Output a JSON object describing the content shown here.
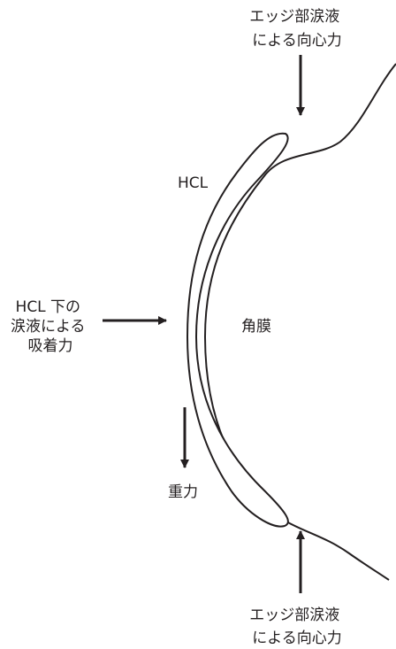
{
  "labels": {
    "top_force": [
      "エッジ部涙液",
      "による向心力"
    ],
    "hcl": "HCL",
    "cornea": "角膜",
    "suction": [
      "HCL 下の",
      "涙液による",
      "吸着力"
    ],
    "gravity": "重力",
    "bottom_force": [
      "エッジ部涙液",
      "による向心力"
    ]
  },
  "colors": {
    "ink": "#231f20"
  }
}
